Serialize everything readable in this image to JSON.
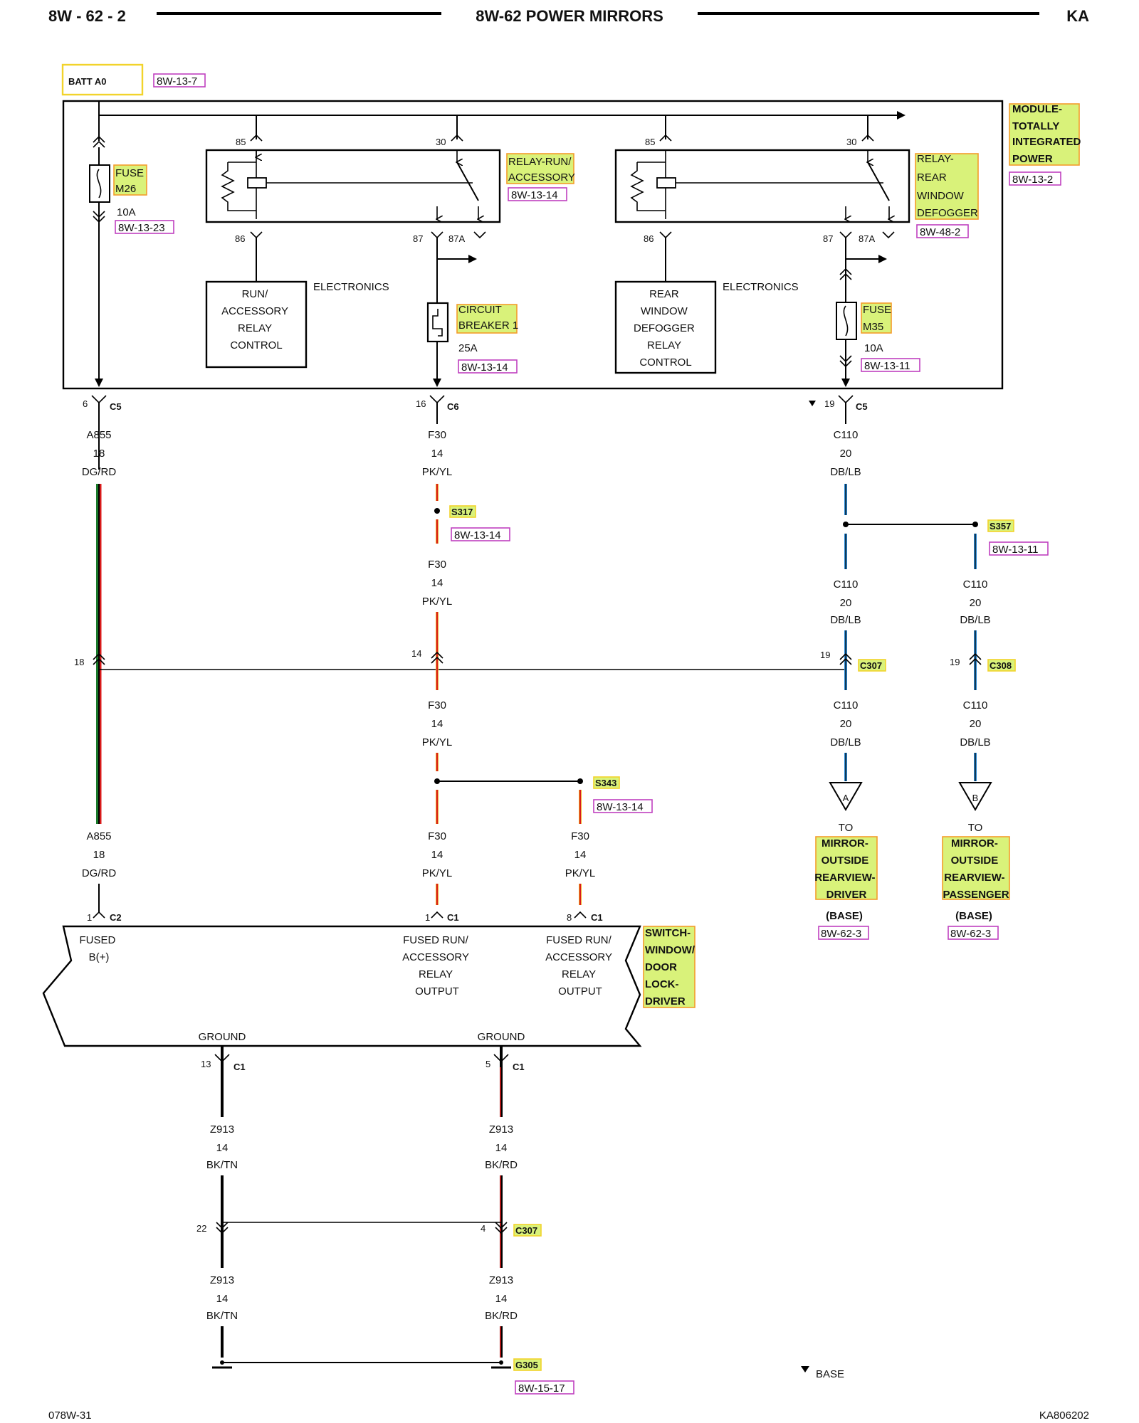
{
  "header": {
    "page_id": "8W - 62 - 2",
    "title": "8W-62 POWER MIRRORS",
    "model": "KA"
  },
  "footer": {
    "left_code": "078W-31",
    "right_code": "KA806202",
    "legend_text": "BASE"
  },
  "top": {
    "batt_label": "BATT A0",
    "batt_ref": "8W-13-7",
    "module_name": [
      "MODULE-",
      "TOTALLY",
      "INTEGRATED",
      "POWER"
    ],
    "module_ref": "8W-13-2"
  },
  "relay1": {
    "name": [
      "RELAY-RUN/",
      "ACCESSORY"
    ],
    "ref": "8W-13-14",
    "pins": {
      "p85": "85",
      "p30": "30",
      "p86": "86",
      "p87": "87",
      "p87a": "87A"
    },
    "electronics": "ELECTRONICS",
    "control": [
      "RUN/",
      "ACCESSORY",
      "RELAY",
      "CONTROL"
    ]
  },
  "relay2": {
    "name": [
      "RELAY-",
      "REAR",
      "WINDOW",
      "DEFOGGER"
    ],
    "ref": "8W-48-2",
    "pins": {
      "p85": "85",
      "p30": "30",
      "p86": "86",
      "p87": "87",
      "p87a": "87A"
    },
    "electronics": "ELECTRONICS",
    "control": [
      "REAR",
      "WINDOW",
      "DEFOGGER",
      "RELAY",
      "CONTROL"
    ]
  },
  "fuse_m26": {
    "name": [
      "FUSE",
      "M26"
    ],
    "rating": "10A",
    "ref": "8W-13-23"
  },
  "cb1": {
    "name": [
      "CIRCUIT",
      "BREAKER 1"
    ],
    "rating": "25A",
    "ref": "8W-13-14"
  },
  "fuse_m35": {
    "name": [
      "FUSE",
      "M35"
    ],
    "rating": "10A",
    "ref": "8W-13-11"
  },
  "connectors": {
    "c5_left": {
      "pin": "6",
      "name": "C5"
    },
    "c6": {
      "pin": "16",
      "name": "C6"
    },
    "c5_right": {
      "pin": "19",
      "name": "C5"
    },
    "c307_a": {
      "pin": "19",
      "name": "C307"
    },
    "c308": {
      "pin": "19",
      "name": "C308"
    },
    "pin18": "18",
    "pin14": "14",
    "c2": {
      "pin": "1",
      "name": "C2"
    },
    "c1_a": {
      "pin": "1",
      "name": "C1"
    },
    "c1_b": {
      "pin": "8",
      "name": "C1"
    },
    "c1_g1": {
      "pin": "13",
      "name": "C1"
    },
    "c1_g2": {
      "pin": "5",
      "name": "C1"
    },
    "c307_b": {
      "pin_left": "22",
      "pin_right": "4",
      "name": "C307"
    }
  },
  "splices": {
    "s317": {
      "name": "S317",
      "ref": "8W-13-14"
    },
    "s357": {
      "name": "S357",
      "ref": "8W-13-11"
    },
    "s343": {
      "name": "S343",
      "ref": "8W-13-14"
    }
  },
  "wires": {
    "a855": {
      "circuit": "A855",
      "gauge": "18",
      "color": "DG/RD"
    },
    "f30": {
      "circuit": "F30",
      "gauge": "14",
      "color": "PK/YL"
    },
    "c110": {
      "circuit": "C110",
      "gauge": "20",
      "color": "DB/LB"
    },
    "z913_tn": {
      "circuit": "Z913",
      "gauge": "14",
      "color": "BK/TN"
    },
    "z913_rd": {
      "circuit": "Z913",
      "gauge": "14",
      "color": "BK/RD"
    }
  },
  "mirrors": {
    "driver": {
      "flag": "A",
      "to": "TO",
      "name": [
        "MIRROR-",
        "OUTSIDE",
        "REARVIEW-",
        "DRIVER"
      ],
      "note": "(BASE)",
      "ref": "8W-62-3"
    },
    "passenger": {
      "flag": "B",
      "to": "TO",
      "name": [
        "MIRROR-",
        "OUTSIDE",
        "REARVIEW-",
        "PASSENGER"
      ],
      "note": "(BASE)",
      "ref": "8W-62-3"
    }
  },
  "switch": {
    "name": [
      "SWITCH-",
      "WINDOW/",
      "DOOR",
      "LOCK-",
      "DRIVER"
    ],
    "fused_b": [
      "FUSED",
      "B(+)"
    ],
    "relay_output": [
      "FUSED RUN/",
      "ACCESSORY",
      "RELAY",
      "OUTPUT"
    ],
    "ground": "GROUND"
  },
  "ground": {
    "name": "G305",
    "ref": "8W-15-17"
  },
  "colors": {
    "dg_rd": "#1a7a2a",
    "rd": "#d81b1b",
    "pk_yl": "#f0b020",
    "db_lb": "#2b8ad6",
    "black": "#000000",
    "highlight": "#d9f27a"
  }
}
